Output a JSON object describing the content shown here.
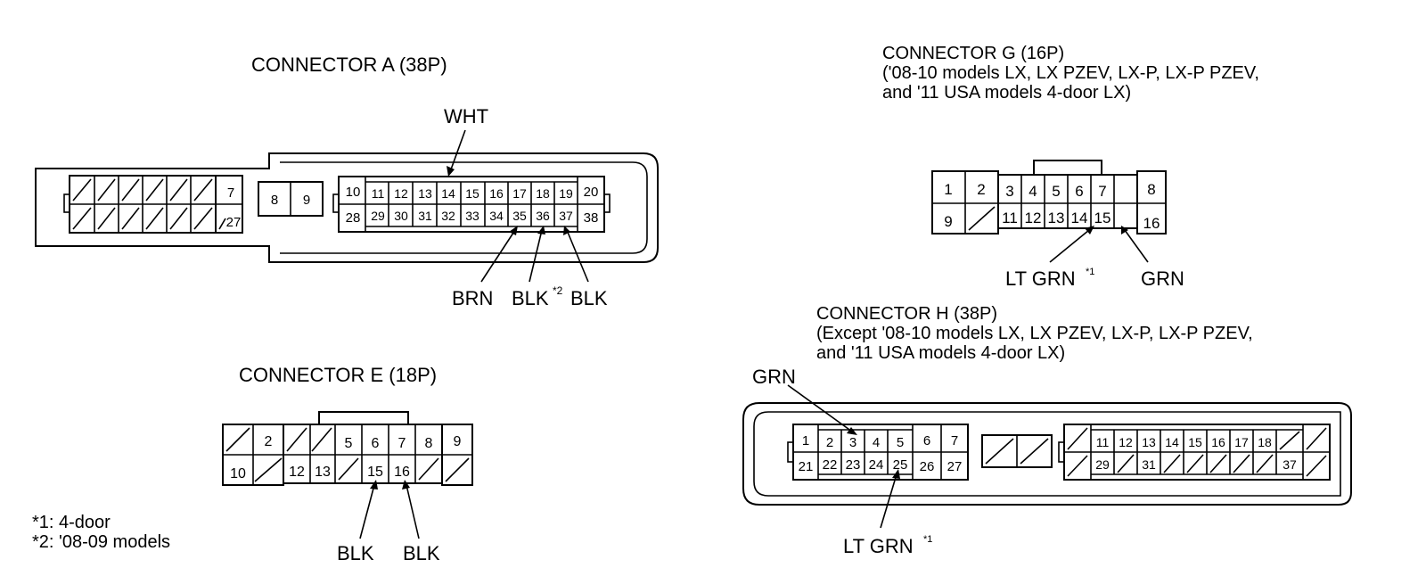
{
  "connA": {
    "title": "CONNECTOR A (38P)",
    "top": [
      "7",
      "8",
      "9",
      "10",
      "11",
      "12",
      "13",
      "14",
      "15",
      "16",
      "17",
      "18",
      "19",
      "20"
    ],
    "bottom": [
      "27",
      "28",
      "29",
      "30",
      "31",
      "32",
      "33",
      "34",
      "35",
      "36",
      "37",
      "38"
    ],
    "wire_wht": "WHT",
    "wire_brn": "BRN",
    "wire_blk2": "BLK",
    "wire_blk2_sup": "*2",
    "wire_blk": "BLK"
  },
  "connE": {
    "title": "CONNECTOR E (18P)",
    "top": [
      "2",
      "5",
      "6",
      "7",
      "8",
      "9"
    ],
    "bottom": [
      "10",
      "12",
      "13",
      "15",
      "16"
    ],
    "wire_blk_a": "BLK",
    "wire_blk_b": "BLK"
  },
  "connG": {
    "title_l1": "CONNECTOR G (16P)",
    "title_l2": "('08-10 models LX, LX PZEV, LX-P, LX-P PZEV,",
    "title_l3": "and '11 USA models 4-door LX)",
    "top": [
      "1",
      "2",
      "3",
      "4",
      "5",
      "6",
      "7",
      "8"
    ],
    "bottom": [
      "9",
      "11",
      "12",
      "13",
      "14",
      "15",
      "16"
    ],
    "wire_ltgrn": "LT GRN",
    "wire_ltgrn_sup": "*1",
    "wire_grn": "GRN"
  },
  "connH": {
    "title_l1": "CONNECTOR H (38P)",
    "title_l2": "(Except '08-10 models LX, LX PZEV, LX-P, LX-P PZEV,",
    "title_l3": "and '11 USA models 4-door LX)",
    "top": [
      "1",
      "2",
      "3",
      "4",
      "5",
      "6",
      "7",
      "11",
      "12",
      "13",
      "14",
      "15",
      "16",
      "17",
      "18"
    ],
    "bottom": [
      "21",
      "22",
      "23",
      "24",
      "25",
      "26",
      "27",
      "29",
      "31",
      "37"
    ],
    "wire_grn": "GRN",
    "wire_ltgrn": "LT GRN",
    "wire_ltgrn_sup": "*1"
  },
  "notes": {
    "n1": "*1: 4-door",
    "n2": "*2: '08-09 models"
  }
}
